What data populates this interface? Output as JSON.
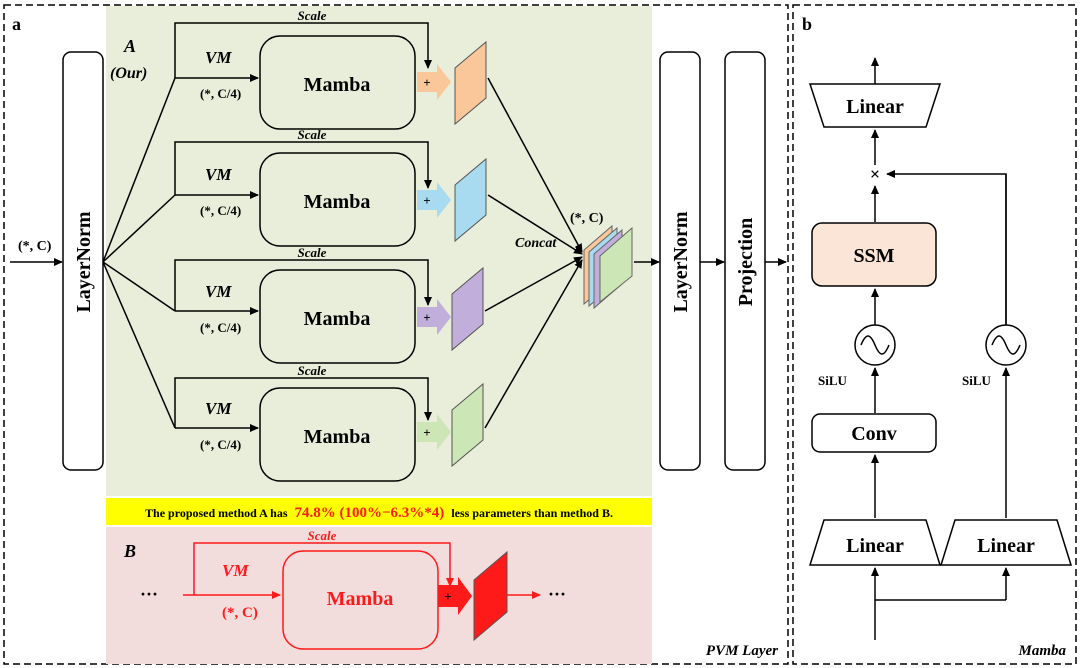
{
  "panels": {
    "a": "a",
    "b": "b"
  },
  "panel_a": {
    "input_shape": "(*, C)",
    "layernorm1": "LayerNorm",
    "layernorm2": "LayerNorm",
    "projection": "Projection",
    "method_a_label": "A",
    "method_a_sub": "(Our)",
    "concat_label": "Concat",
    "concat_shape": "(*, C)",
    "branches": [
      {
        "scale": "Scale",
        "vm": "VM",
        "shape": "(*, C/4)",
        "block": "Mamba",
        "plus": "+",
        "color": "#f9c79a"
      },
      {
        "scale": "Scale",
        "vm": "VM",
        "shape": "(*, C/4)",
        "block": "Mamba",
        "plus": "+",
        "color": "#a8dbef"
      },
      {
        "scale": "Scale",
        "vm": "VM",
        "shape": "(*, C/4)",
        "block": "Mamba",
        "plus": "+",
        "color": "#c1aedb"
      },
      {
        "scale": "Scale",
        "vm": "VM",
        "shape": "(*, C/4)",
        "block": "Mamba",
        "plus": "+",
        "color": "#cde6b5"
      }
    ],
    "note": {
      "before": "The proposed method A has",
      "highlight": "74.8% (100%−6.3%*4)",
      "after": "less parameters than method B."
    },
    "method_b": {
      "label": "B",
      "scale": "Scale",
      "vm": "VM",
      "shape": "(*, C)",
      "block": "Mamba",
      "plus": "+",
      "ellipsis_left": "···",
      "ellipsis_right": "···"
    },
    "footer": "PVM Layer"
  },
  "panel_b": {
    "top_linear": "Linear",
    "multiply": "×",
    "ssm": "SSM",
    "conv": "Conv",
    "silu_left": "SiLU",
    "silu_right": "SiLU",
    "linear_left": "Linear",
    "linear_right": "Linear",
    "footer": "Mamba"
  },
  "colors": {
    "panel_a_bg": "#e9eedb",
    "panel_b_bg": "#f3dcdc",
    "note_bg": "#ffff00",
    "ssm_fill": "#fbe5d6",
    "red": "#ff1a1a"
  }
}
